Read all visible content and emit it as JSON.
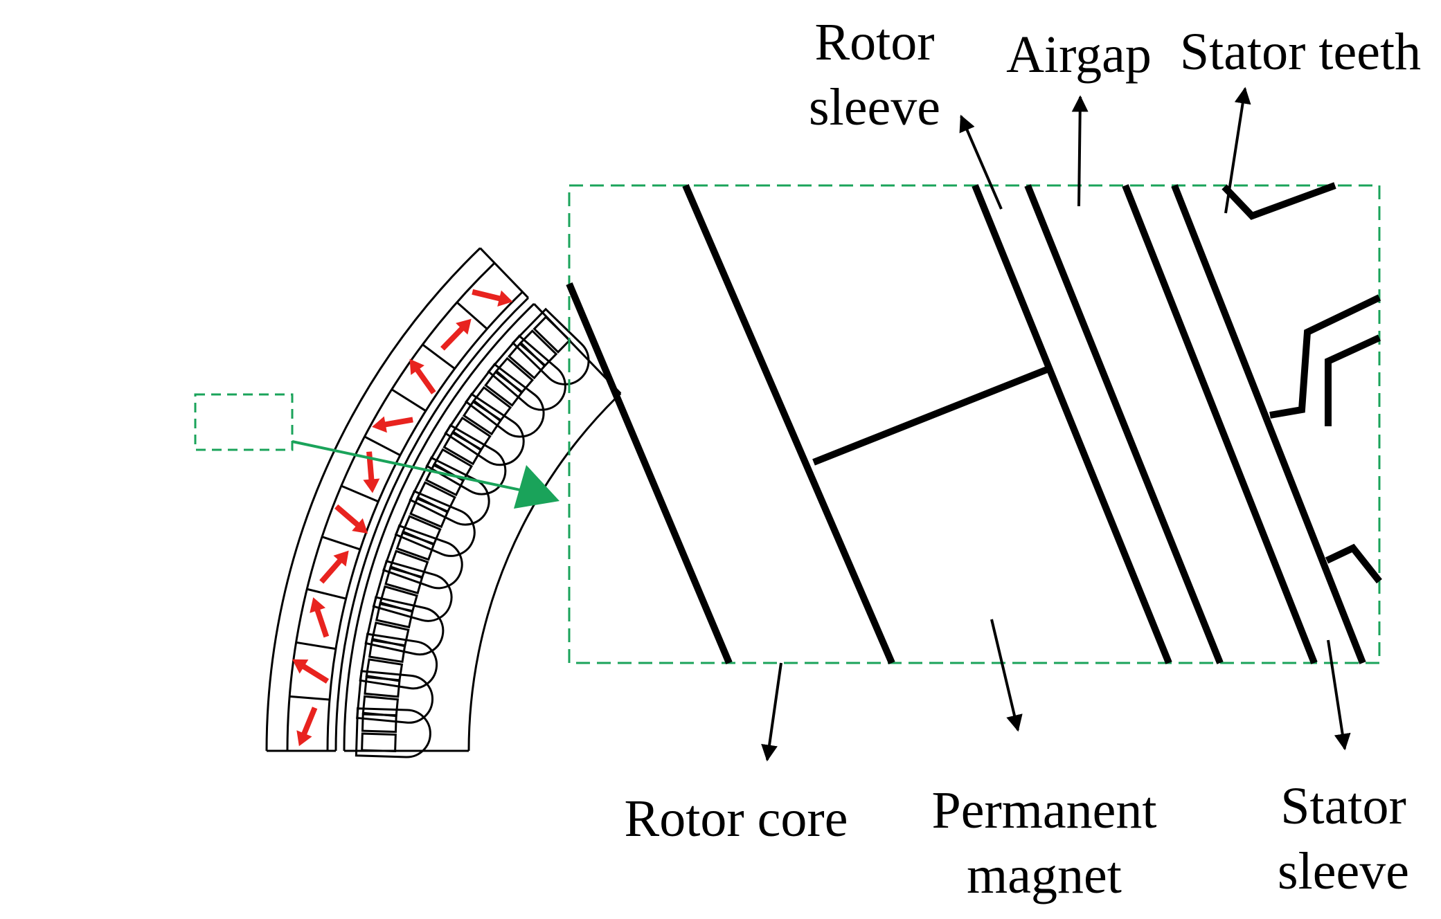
{
  "labels": {
    "rotor_sleeve": [
      "Rotor",
      "sleeve"
    ],
    "airgap": "Airgap",
    "stator_teeth": "Stator teeth",
    "rotor_core": "Rotor core",
    "permanent_magnet": [
      "Permanent",
      "magnet"
    ],
    "stator_sleeve": [
      "Stator",
      "sleeve"
    ]
  },
  "colors": {
    "line": "#000000",
    "magnetization_arrow": "#e8231f",
    "highlight_box": "#1aa35a"
  },
  "icons": {
    "magnetization": "red-arrow",
    "zoom_pointer": "green-arrow",
    "label_pointer": "black-arrow"
  },
  "machine": {
    "magnet_segments": 10,
    "stator_slots": 13
  }
}
